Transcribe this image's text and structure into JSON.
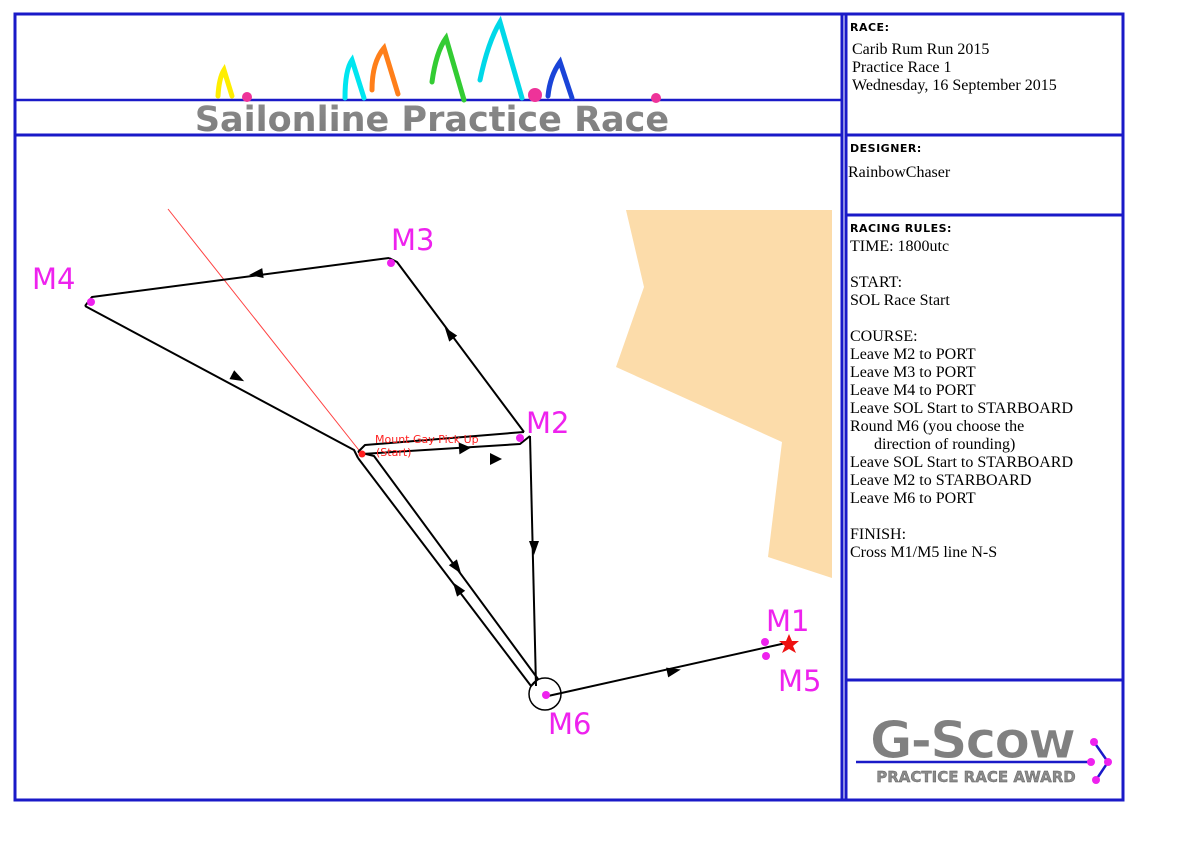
{
  "header": {
    "title": "Sailonline Practice Race",
    "sail_colors": [
      "#ffee00",
      "#00e6f0",
      "#ff7f1a",
      "#33cc33",
      "#00d8e8",
      "#1a44d8"
    ]
  },
  "race": {
    "label": "RACE:",
    "name": "Carib Rum Run 2015",
    "subtitle": "Practice Race 1",
    "date": "Wednesday, 16 September 2015"
  },
  "designer": {
    "label": "DESIGNER:",
    "name": "RainbowChaser"
  },
  "rules": {
    "label": "RACING RULES:",
    "lines": [
      "TIME: 1800utc",
      "",
      "START:",
      "SOL Race Start",
      "",
      "COURSE:",
      "Leave M2 to PORT",
      "Leave M3 to PORT",
      "Leave M4 to PORT",
      "Leave SOL Start to STARBOARD",
      "Round M6 (you choose the",
      "      direction of rounding)",
      "Leave SOL Start to STARBOARD",
      "Leave M2 to STARBOARD",
      "Leave M6 to PORT",
      "",
      "FINISH:",
      "Cross M1/M5 line N-S"
    ]
  },
  "award": {
    "logo": "G-Scow",
    "subtitle": "PRACTICE RACE AWARD"
  },
  "course": {
    "marks": {
      "m1": "M1",
      "m2": "M2",
      "m3": "M3",
      "m4": "M4",
      "m5": "M5",
      "m6": "M6"
    },
    "start_label_line1": "Mount Gay Pick Up",
    "start_label_line2": "(Start)",
    "colors": {
      "frame": "#1a1ac8",
      "mark": "#ee22ee",
      "land": "#fcdcaa",
      "wind_line": "#ff4040",
      "start": "#ff2020"
    }
  }
}
